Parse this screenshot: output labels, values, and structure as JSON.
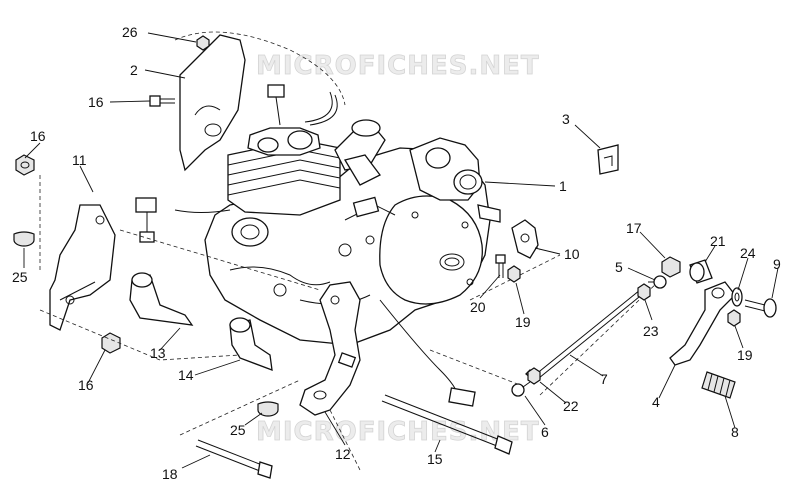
{
  "watermark": "MICROFICHES.NET",
  "callouts": [
    {
      "id": "1",
      "label": "1"
    },
    {
      "id": "2",
      "label": "2"
    },
    {
      "id": "3",
      "label": "3"
    },
    {
      "id": "4",
      "label": "4"
    },
    {
      "id": "5",
      "label": "5"
    },
    {
      "id": "6",
      "label": "6"
    },
    {
      "id": "7",
      "label": "7"
    },
    {
      "id": "8",
      "label": "8"
    },
    {
      "id": "9",
      "label": "9"
    },
    {
      "id": "10",
      "label": "10"
    },
    {
      "id": "11",
      "label": "11"
    },
    {
      "id": "12",
      "label": "12"
    },
    {
      "id": "13",
      "label": "13"
    },
    {
      "id": "14",
      "label": "14"
    },
    {
      "id": "15",
      "label": "15"
    },
    {
      "id": "16a",
      "label": "16"
    },
    {
      "id": "16b",
      "label": "16"
    },
    {
      "id": "16c",
      "label": "16"
    },
    {
      "id": "17",
      "label": "17"
    },
    {
      "id": "18",
      "label": "18"
    },
    {
      "id": "19a",
      "label": "19"
    },
    {
      "id": "19b",
      "label": "19"
    },
    {
      "id": "20",
      "label": "20"
    },
    {
      "id": "21",
      "label": "21"
    },
    {
      "id": "22",
      "label": "22"
    },
    {
      "id": "23",
      "label": "23"
    },
    {
      "id": "24",
      "label": "24"
    },
    {
      "id": "25a",
      "label": "25"
    },
    {
      "id": "25b",
      "label": "25"
    },
    {
      "id": "26",
      "label": "26"
    }
  ]
}
